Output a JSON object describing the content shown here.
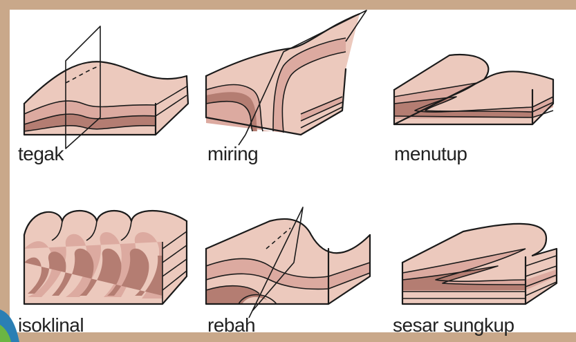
{
  "diagram": {
    "folds": [
      {
        "id": "tegak",
        "label": "tegak"
      },
      {
        "id": "miring",
        "label": "miring"
      },
      {
        "id": "menutup",
        "label": "menutup"
      },
      {
        "id": "isoklinal",
        "label": "isoklinal"
      },
      {
        "id": "rebah",
        "label": "rebah"
      },
      {
        "id": "sesar-sungkup",
        "label": "sesar sungkup"
      }
    ]
  },
  "colors": {
    "frame": "#c9a88a",
    "layer_light": "#ecc9bd",
    "layer_mid": "#dcaaa0",
    "layer_dark": "#b47d72",
    "corner_accent": "#2b7fb4"
  }
}
